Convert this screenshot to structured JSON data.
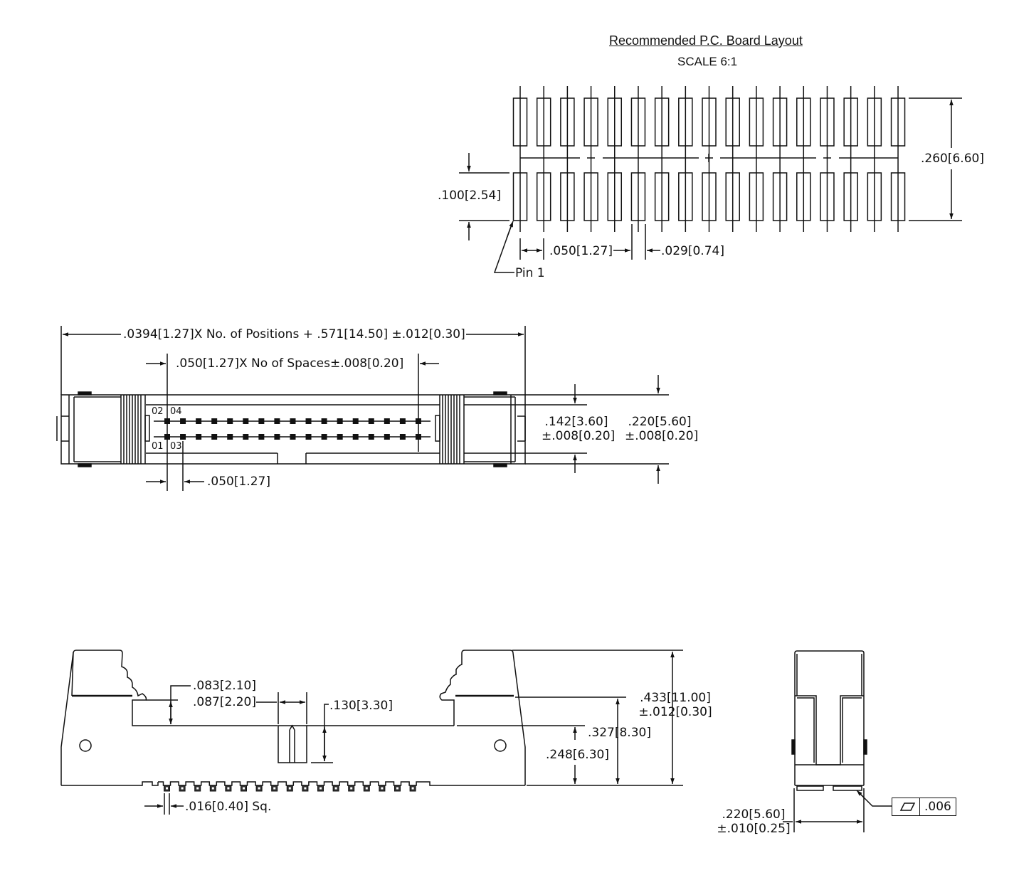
{
  "pcb_layout": {
    "title": "Recommended P.C. Board Layout",
    "scale": "SCALE 6:1",
    "pads_per_row": 17,
    "rows": 2,
    "dim_row_pitch": ".100[2.54]",
    "dim_overall_height": ".260[6.60]",
    "dim_pitch": ".050[1.27]",
    "dim_pad_width": ".029[0.74]",
    "pin1_label": "Pin 1"
  },
  "top_view": {
    "dim_overall_length": ".0394[1.27]X No. of Positions + .571[14.50] ±.012[0.30]",
    "dim_pin_span": ".050[1.27]X No of Spaces±.008[0.20]",
    "dim_pitch": ".050[1.27]",
    "dim_inner_width_line1": ".142[3.60]",
    "dim_inner_width_line2": "±.008[0.20]",
    "dim_outer_width_line1": ".220[5.60]",
    "dim_outer_width_line2": "±.008[0.20]",
    "pin_labels": {
      "p02": "02",
      "p04": "04",
      "p01": "01",
      "p03": "03"
    },
    "pins_per_row": 17
  },
  "front_view": {
    "dim_latch_gap_line1": ".083[2.10]",
    "dim_latch_gap_line2": ".087[2.20]",
    "dim_key_height": ".130[3.30]",
    "dim_overall_height_line1": ".433[11.00]",
    "dim_overall_height_line2": "±.012[0.30]",
    "dim_body_height": ".327[8.30]",
    "dim_wall_height": ".248[6.30]",
    "dim_pin_square": ".016[0.40] Sq.",
    "pins_visible": 17
  },
  "side_view": {
    "dim_width_line1": ".220[5.60]",
    "dim_width_line2": "±.010[0.25]",
    "flatness_tolerance": ".006",
    "flatness_symbol": "flatness-parallelogram"
  },
  "colors": {
    "line": "#111111",
    "background": "#ffffff"
  }
}
